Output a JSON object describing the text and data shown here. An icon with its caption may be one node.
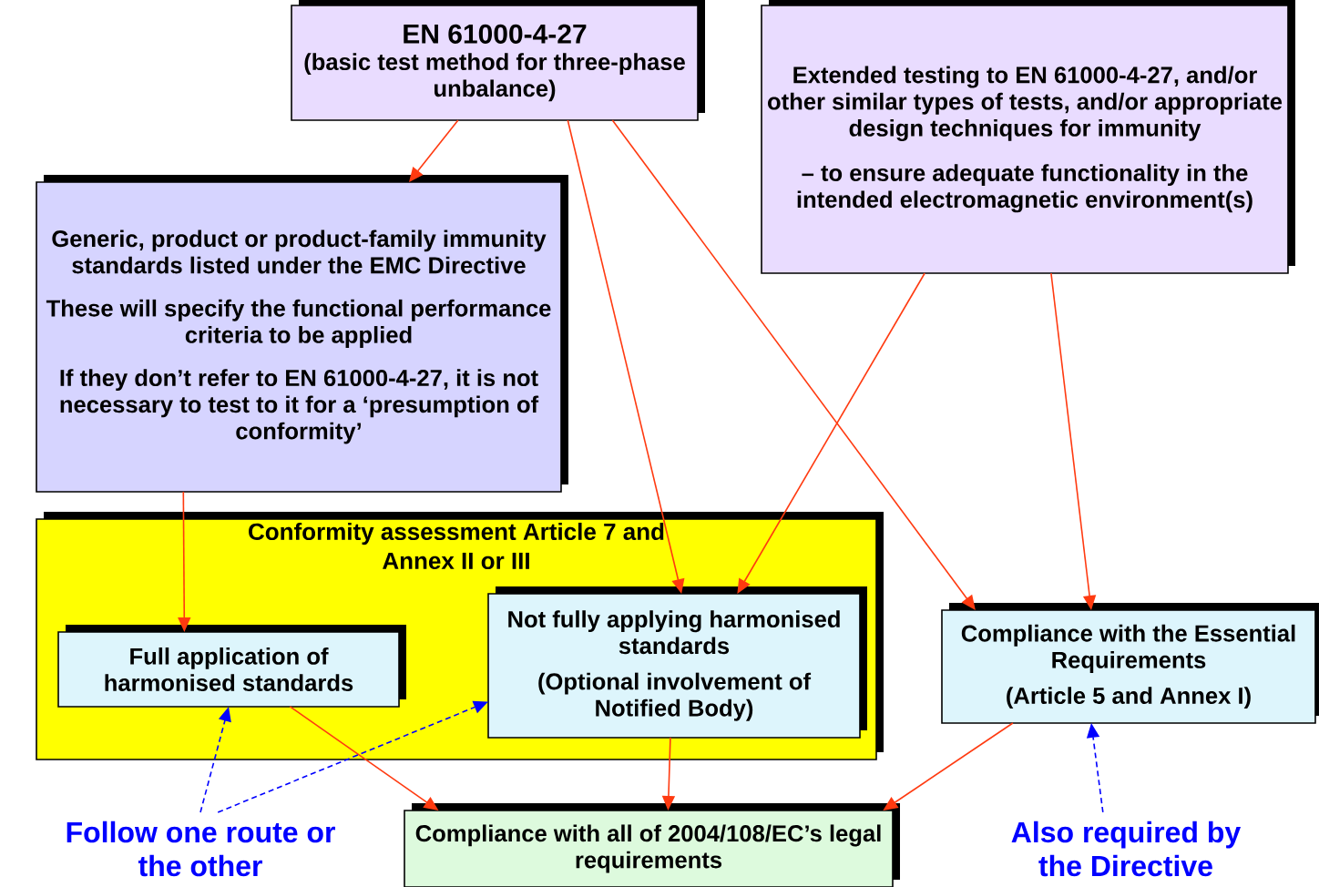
{
  "diagram": {
    "nodes": [
      {
        "text": [
          "EN 61000-4-27",
          "(basic test method for three-phase unbalance)"
        ]
      },
      {
        "text": [
          "Extended testing to EN 61000-4-27, and/or other similar types of tests, and/or appropriate design techniques for immunity",
          "– to ensure adequate functionality in the intended electromagnetic environment(s)"
        ]
      },
      {
        "text": [
          "Generic, product or product-family immunity standards listed under the EMC Directive",
          "These will specify the functional performance criteria to be applied",
          "If they don’t refer to EN 61000-4-27, it is not necessary to test to it for a ‘presumption of conformity’"
        ]
      },
      {
        "text": [
          "Conformity assessment Article 7 and Annex II or III"
        ]
      },
      {
        "text": [
          "Full application of harmonised standards"
        ],
        "in": 3
      },
      {
        "text": [
          "Not fully applying harmonised standards",
          "(Optional involvement of Notified Body)"
        ],
        "in": 3
      },
      {
        "text": [
          "Compliance with the Essential Requirements",
          "(Article 5 and Annex I)"
        ]
      },
      {
        "text": [
          "Follow one route or the other"
        ]
      },
      {
        "text": [
          "Compliance with all of 2004/108/EC’s legal requirements"
        ]
      },
      {
        "text": [
          "Also required by the Directive"
        ]
      }
    ],
    "edges": [
      {
        "from": 0,
        "to": 2,
        "arrow": "to"
      },
      {
        "from": 0,
        "to": 5,
        "arrow": "to"
      },
      {
        "from": 0,
        "to": 6,
        "arrow": "to"
      },
      {
        "from": 1,
        "to": 5,
        "arrow": "to"
      },
      {
        "from": 1,
        "to": 6,
        "arrow": "to"
      },
      {
        "from": 2,
        "to": 4,
        "arrow": "to"
      },
      {
        "from": 4,
        "to": 8,
        "arrow": "to"
      },
      {
        "from": 5,
        "to": 8,
        "arrow": "to"
      },
      {
        "from": 6,
        "to": 8,
        "arrow": "to"
      },
      {
        "from": 7,
        "to": 4,
        "arrow": "to",
        "style": "dashed",
        "color": "#0000ff"
      },
      {
        "from": 7,
        "to": 5,
        "arrow": "to",
        "style": "dashed",
        "color": "#0000ff"
      },
      {
        "from": 9,
        "to": 6,
        "arrow": "to",
        "style": "dashed",
        "color": "#0000ff"
      }
    ]
  }
}
